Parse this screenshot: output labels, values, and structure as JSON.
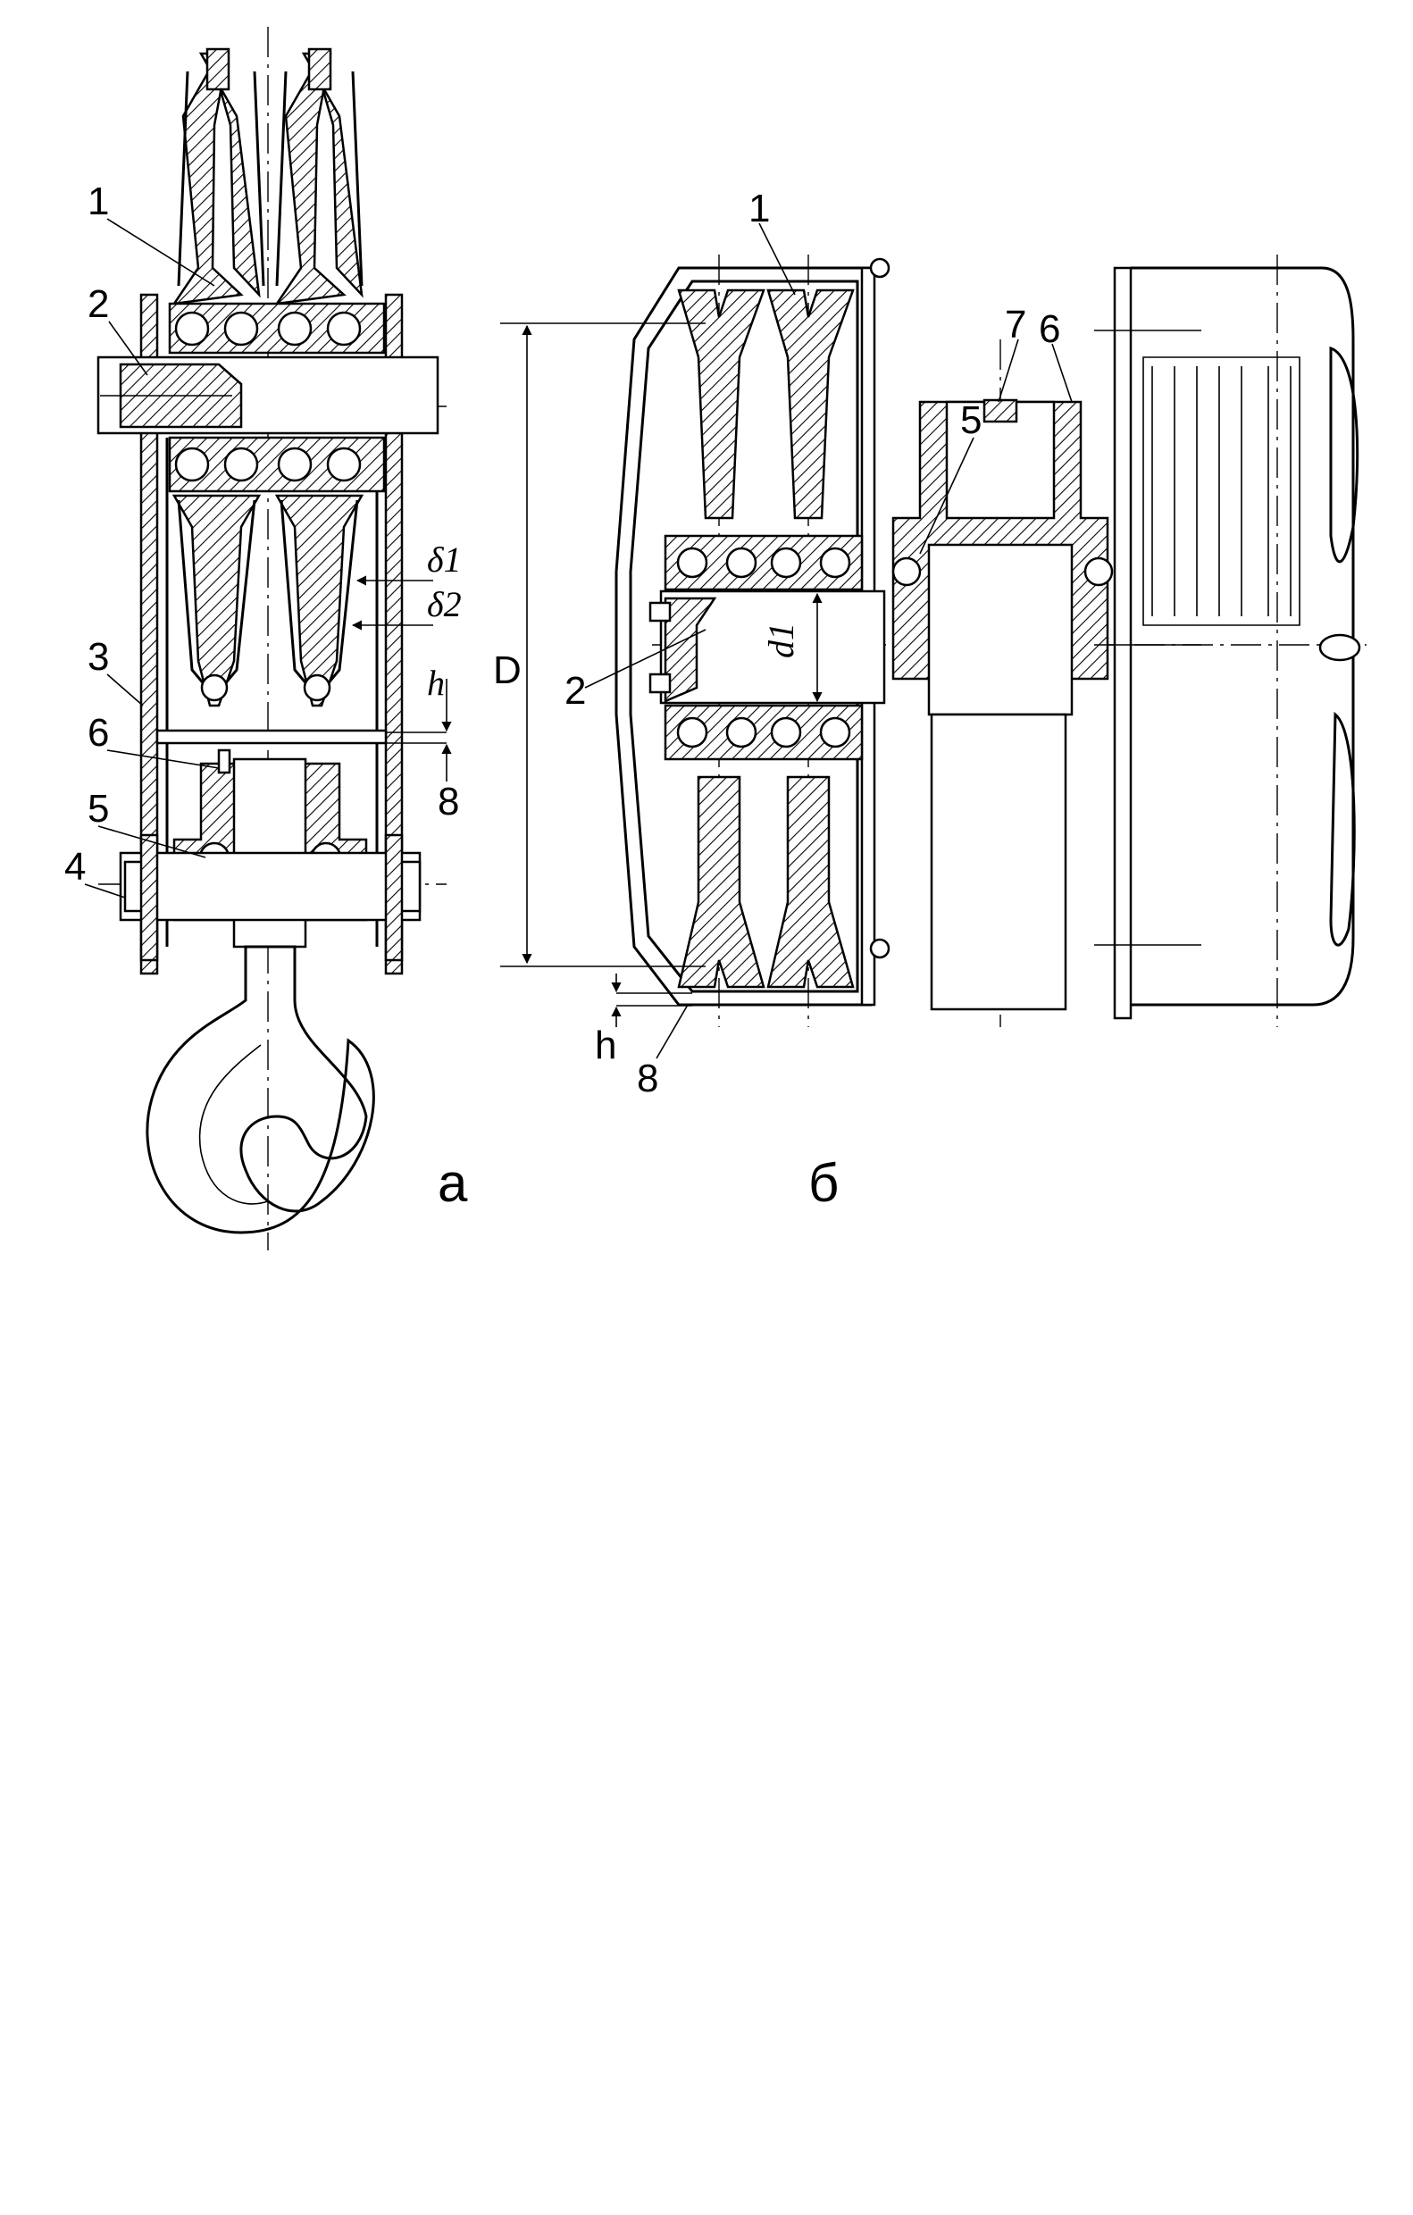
{
  "figure_a": {
    "caption": "а",
    "callouts": [
      "1",
      "2",
      "3",
      "6",
      "5",
      "4",
      "8"
    ],
    "dimensions": {
      "delta1": "δ1",
      "delta2": "δ2",
      "h": "h"
    }
  },
  "figure_b": {
    "caption": "б",
    "callouts": [
      "1",
      "5",
      "7",
      "6",
      "2",
      "8"
    ],
    "dimensions": {
      "D": "D",
      "d1": "d1",
      "h": "h"
    }
  }
}
